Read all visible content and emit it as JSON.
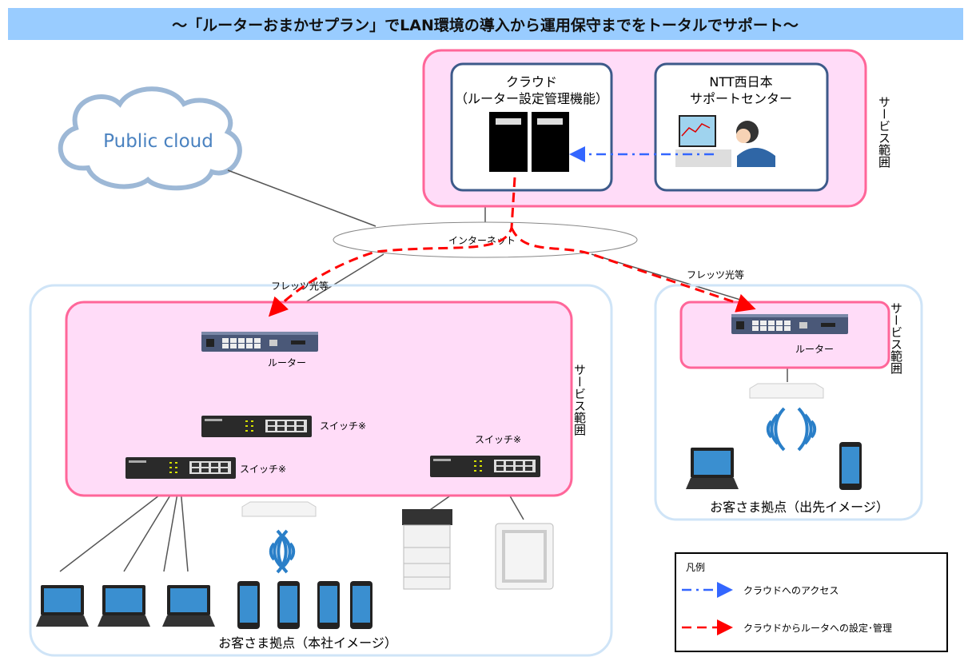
{
  "title": "～「ルーターおまかせプラン」でLAN環境の導入から運用保守までをトータルでサポート～",
  "public_cloud": "Public cloud",
  "cloud_box": {
    "line1": "クラウド",
    "line2": "（ルーター設定管理機能）"
  },
  "ntt_box": {
    "line1": "NTT西日本",
    "line2": "サポートセンター"
  },
  "service_range": "サービス範囲",
  "internet": "インターネット",
  "flets_left": "フレッツ光等",
  "flets_right": "フレッツ光等",
  "hq": {
    "router": "ルーター",
    "switch1": "スイッチ※",
    "switch2": "スイッチ※",
    "switch3": "スイッチ※",
    "caption": "お客さま拠点（本社イメージ）"
  },
  "branch": {
    "router": "ルーター",
    "caption": "お客さま拠点（出先イメージ）"
  },
  "legend": {
    "title": "凡例",
    "items": [
      {
        "label": "クラウドへのアクセス",
        "color": "#3366ff",
        "style": "dash-dot"
      },
      {
        "label": "クラウドからルータへの設定･管理",
        "color": "#ff0000",
        "style": "dashed"
      }
    ]
  },
  "colors": {
    "title_bg": "#99ccff",
    "service_fill": "#ffdcf8",
    "service_stroke": "#ff6699",
    "site_stroke": "#cfe4f7",
    "box_stroke": "#3d5a8a"
  }
}
